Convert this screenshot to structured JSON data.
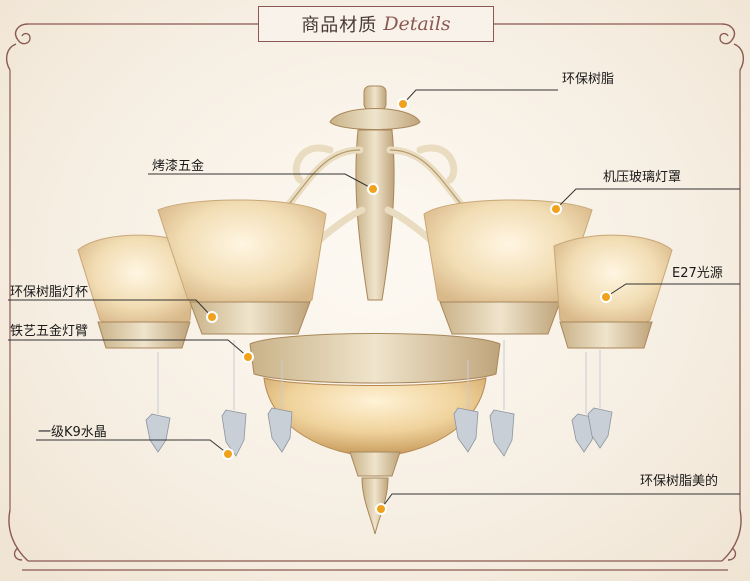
{
  "header": {
    "title_cn": "商品材质",
    "title_en": "Details"
  },
  "callouts": [
    {
      "id": "resin-top",
      "text": "环保树脂"
    },
    {
      "id": "paint-hardware",
      "text": "烤漆五金"
    },
    {
      "id": "glass-shade",
      "text": "机压玻璃灯罩"
    },
    {
      "id": "e27",
      "text": "E27光源"
    },
    {
      "id": "resin-cup",
      "text": "环保树脂灯杯"
    },
    {
      "id": "iron-arm",
      "text": "铁艺五金灯臂"
    },
    {
      "id": "crystal",
      "text": "一级K9水晶"
    },
    {
      "id": "resin-bottom",
      "text": "环保树脂美的"
    }
  ],
  "colors": {
    "border": "#8a5a52",
    "marker": "#f0a21c",
    "shade": "#f3e1bd",
    "brass": "#d7c29a"
  }
}
